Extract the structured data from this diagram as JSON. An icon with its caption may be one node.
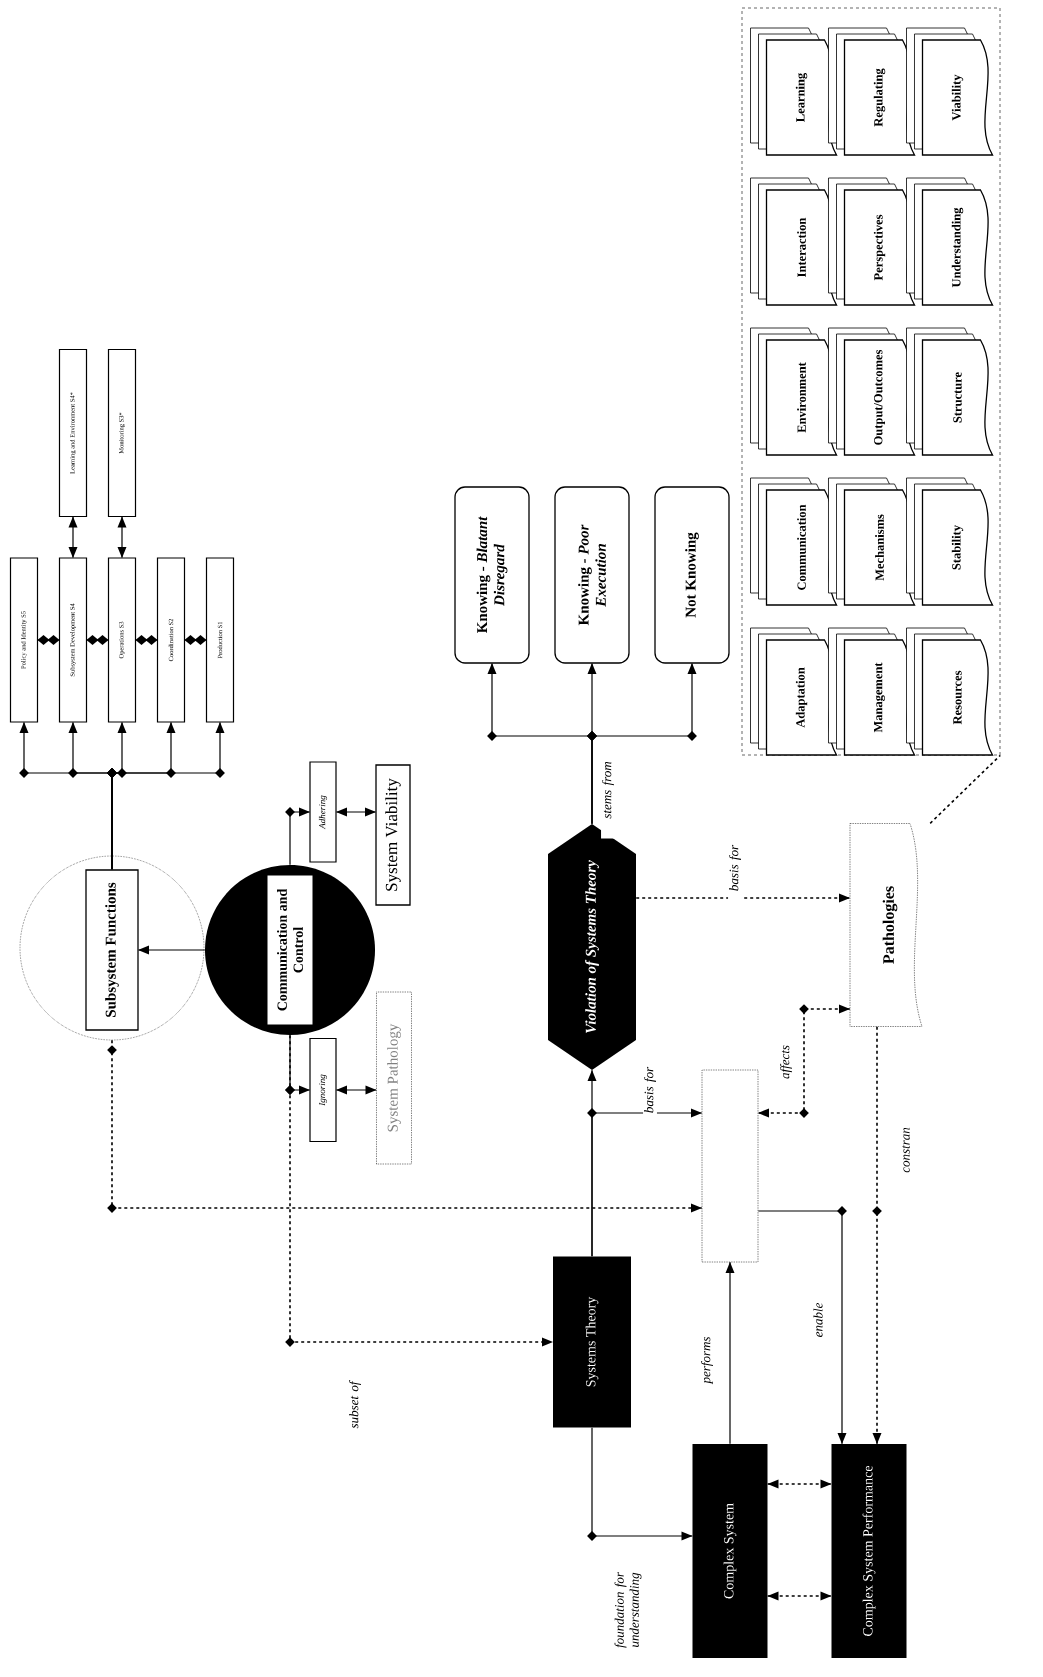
{
  "diagram": {
    "nodes": [
      {
        "text": [],
        "shape": "circle"
      },
      {
        "text": [
          "Subsystem Functions"
        ],
        "in": 0
      },
      {
        "text": [],
        "shape": "circle"
      },
      {
        "text": [
          "Communication and Control"
        ],
        "in": 2
      },
      {
        "text": [
          "Policy and Identity S5"
        ]
      },
      {
        "text": [
          "Subsystem Development S4"
        ]
      },
      {
        "text": [
          "Operations S3"
        ]
      },
      {
        "text": [
          "Coordination S2"
        ]
      },
      {
        "text": [
          "Production S1"
        ]
      },
      {
        "text": [
          "Learning and Environment S4*"
        ]
      },
      {
        "text": [
          "Monitoring S3*"
        ]
      },
      {
        "text": [
          "Adhering"
        ]
      },
      {
        "text": [
          "System Viability"
        ]
      },
      {
        "text": [
          "Ignoring"
        ]
      },
      {
        "text": [
          "System Pathology"
        ]
      },
      {
        "text": [
          "Systems Theory"
        ]
      },
      {
        "text": [
          "Complex System"
        ]
      },
      {
        "text": [
          "Complex System Performance"
        ]
      },
      {
        "text": [],
        "shape": "box"
      },
      {
        "text": [
          "Violation of Systems Theory"
        ]
      },
      {
        "text": [
          "Pathologies"
        ]
      },
      {
        "text": [
          "Knowing *- Blatant Disregard*"
        ]
      },
      {
        "text": [
          "Knowing *- Poor Execution*"
        ]
      },
      {
        "text": [
          "Not Knowing"
        ]
      },
      {
        "text": [],
        "shape": "box"
      },
      {
        "text": [
          "Adaptation"
        ],
        "in": 24
      },
      {
        "text": [
          "Communication"
        ],
        "in": 24
      },
      {
        "text": [
          "Environment"
        ],
        "in": 24
      },
      {
        "text": [
          "Interaction"
        ],
        "in": 24
      },
      {
        "text": [
          "Learning"
        ],
        "in": 24
      },
      {
        "text": [
          "Management"
        ],
        "in": 24
      },
      {
        "text": [
          "Mechanisms"
        ],
        "in": 24
      },
      {
        "text": [
          "Output/Outcomes"
        ],
        "in": 24
      },
      {
        "text": [
          "Perspectives"
        ],
        "in": 24
      },
      {
        "text": [
          "Regulating"
        ],
        "in": 24
      },
      {
        "text": [
          "Resources"
        ],
        "in": 24
      },
      {
        "text": [
          "Stability"
        ],
        "in": 24
      },
      {
        "text": [
          "Structure"
        ],
        "in": 24
      },
      {
        "text": [
          "Understanding"
        ],
        "in": 24
      },
      {
        "text": [
          "Viability"
        ],
        "in": 24
      }
    ],
    "edges": [
      {
        "from": 0,
        "to": 18,
        "arrow": "to",
        "style": "dashed"
      },
      {
        "from": 1,
        "to": 4,
        "arrow": "to"
      },
      {
        "from": 1,
        "to": 5,
        "arrow": "to"
      },
      {
        "from": 1,
        "to": 6,
        "arrow": "to"
      },
      {
        "from": 1,
        "to": 7,
        "arrow": "to"
      },
      {
        "from": 1,
        "to": 8,
        "arrow": "to"
      },
      {
        "from": 4,
        "to": 5,
        "arrow": "other"
      },
      {
        "from": 5,
        "to": 6,
        "arrow": "other"
      },
      {
        "from": 6,
        "to": 7,
        "arrow": "other"
      },
      {
        "from": 7,
        "to": 8,
        "arrow": "other"
      },
      {
        "from": 5,
        "to": 9,
        "arrow": "both"
      },
      {
        "from": 6,
        "to": 10,
        "arrow": "both"
      },
      {
        "from": 2,
        "to": 1,
        "arrow": "to"
      },
      {
        "from": 2,
        "to": 11,
        "arrow": "to"
      },
      {
        "from": 11,
        "to": 12,
        "arrow": "both"
      },
      {
        "from": 2,
        "to": 13,
        "arrow": "to"
      },
      {
        "from": 13,
        "to": 14,
        "arrow": "both"
      },
      {
        "from": 2,
        "to": 15,
        "arrow": "to",
        "style": "dashed",
        "label": "subset of"
      },
      {
        "from": 15,
        "to": 19,
        "arrow": "to"
      },
      {
        "from": 15,
        "to": 18,
        "arrow": "to",
        "label": "basis for"
      },
      {
        "from": 15,
        "to": 16,
        "arrow": "to",
        "label": "foundation for understanding"
      },
      {
        "from": 16,
        "to": 18,
        "arrow": "to",
        "label": "performs"
      },
      {
        "from": 16,
        "to": 17,
        "arrow": "both",
        "style": "dashed"
      },
      {
        "from": 16,
        "to": 17,
        "arrow": "both",
        "style": "dashed"
      },
      {
        "from": 18,
        "to": 17,
        "arrow": "to",
        "label": "enable"
      },
      {
        "from": 20,
        "to": 17,
        "arrow": "to",
        "style": "dashed",
        "label": "constran"
      },
      {
        "from": 20,
        "to": 18,
        "arrow": "both",
        "style": "dashed",
        "label": "affects"
      },
      {
        "from": 19,
        "to": 20,
        "arrow": "to",
        "style": "dashed",
        "label": "basis for"
      },
      {
        "from": 19,
        "to": 21,
        "arrow": "to"
      },
      {
        "from": 19,
        "to": 22,
        "arrow": "to",
        "label": "stems from"
      },
      {
        "from": 19,
        "to": 23,
        "arrow": "to"
      },
      {
        "from": 20,
        "to": 24,
        "arrow": "none",
        "style": "dashed"
      }
    ]
  }
}
